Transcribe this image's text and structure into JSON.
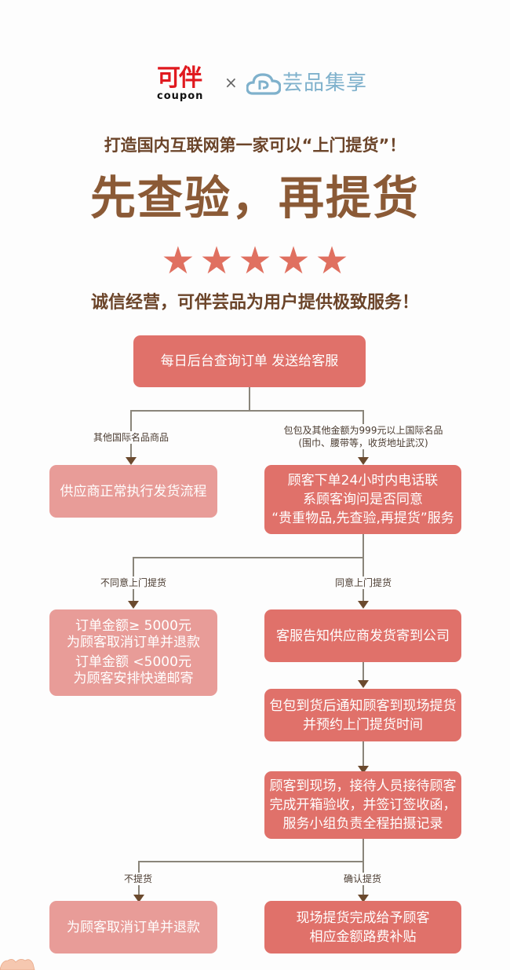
{
  "header": {
    "logo_left_cn": "可伴",
    "logo_left_en": "coupon",
    "separator": "×",
    "logo_right_icon": "cloud-icon",
    "logo_right_text": "芸品集享"
  },
  "slogan": "打造国内互联网第一家可以“上门提货”！",
  "headline": "先查验，再提货",
  "rating": {
    "stars": 5,
    "icon": "star-icon",
    "color": "#e07060"
  },
  "tagline": "诚信经营，可伴芸品为用户提供极致服务！",
  "colors": {
    "box_dark": "#e0716a",
    "box_light": "#e89c98",
    "text_brown": "#6b4429",
    "headline_brown": "#8b5a36",
    "line": "#8a857a",
    "arrow": "#6b4a2e",
    "brand_blue": "#7fb1cc",
    "brand_red": "#e0191f"
  },
  "flow": {
    "start": "每日后台查询订单 发送给客服",
    "split1": {
      "left_label": "其他国际名品商品",
      "right_label_line1": "包包及其他金额为999元以上国际名品",
      "right_label_line2": "(围巾、腰带等，收货地址武汉)",
      "left_box": "供应商正常执行发货流程",
      "right_box_lines": [
        "顾客下单24小时内电话联",
        "系顾客询问是否同意",
        "“贵重物品,先查验,再提货”服务"
      ]
    },
    "split2": {
      "left_label": "不同意上门提货",
      "right_label": "同意上门提货",
      "left_box_lines": [
        "订单金额≥ 5000元",
        "为顾客取消订单并退款",
        "订单金额 <5000元",
        "为顾客安排快递邮寄"
      ],
      "right_steps": [
        {
          "lines": [
            "客服告知供应商发货寄到公司"
          ]
        },
        {
          "lines": [
            "包包到货后通知顾客到现场提货",
            "并预约上门提货时间"
          ]
        },
        {
          "lines": [
            "顾客到现场，接待人员接待顾客",
            "完成开箱验收，并签订签收函，",
            "服务小组负责全程拍摄记录"
          ]
        }
      ]
    },
    "split3": {
      "left_label": "不提货",
      "right_label": "确认提货",
      "left_box": "为顾客取消订单并退款",
      "right_box_lines": [
        "现场提货完成给予顾客",
        "相应金额路费补贴"
      ]
    }
  }
}
